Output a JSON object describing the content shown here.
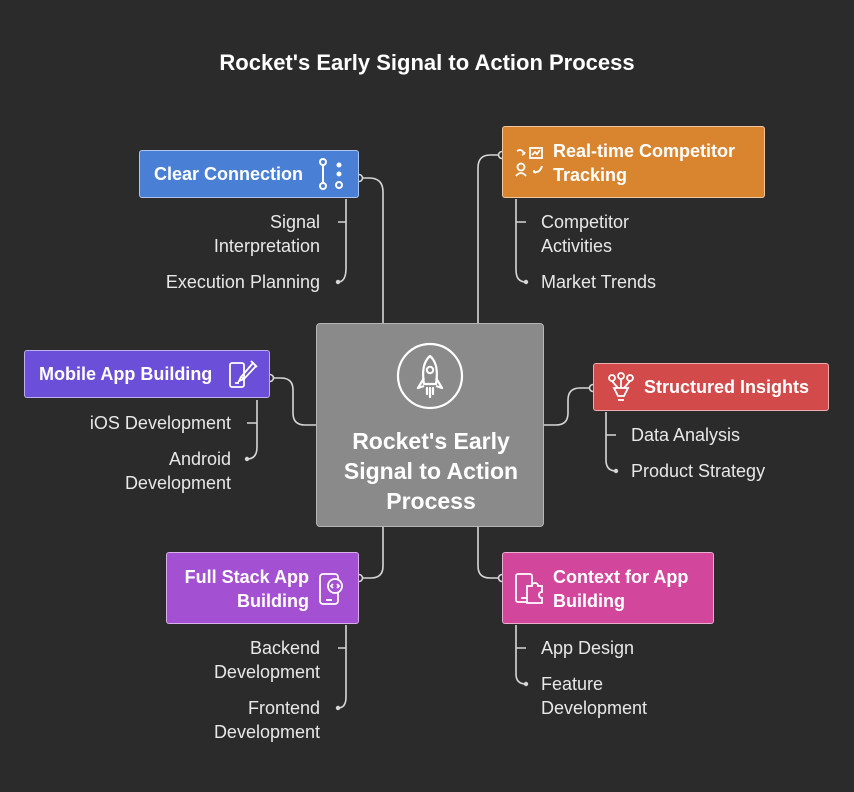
{
  "title": "Rocket's Early Signal to Action Process",
  "center": {
    "label": "Rocket's Early\nSignal to Action\nProcess",
    "icon": "rocket-icon",
    "color": "#8a8a8a"
  },
  "nodes": {
    "clear_connection": {
      "label": "Clear Connection",
      "color": "#4a7fd6",
      "icon": "connection-icon",
      "items": [
        "Signal\nInterpretation",
        "Execution Planning"
      ]
    },
    "realtime_tracking": {
      "label": "Real-time Competitor\nTracking",
      "color": "#d9842f",
      "icon": "tracking-icon",
      "items": [
        "Competitor\nActivities",
        "Market Trends"
      ]
    },
    "mobile_app": {
      "label": "Mobile App Building",
      "color": "#6c4fd8",
      "icon": "mobile-build-icon",
      "items": [
        "iOS Development",
        "Android\nDevelopment"
      ]
    },
    "structured_insights": {
      "label": "Structured Insights",
      "color": "#d34a4a",
      "icon": "insights-icon",
      "items": [
        "Data Analysis",
        "Product Strategy"
      ]
    },
    "full_stack": {
      "label": "Full Stack App\nBuilding",
      "color": "#a450d3",
      "icon": "phone-code-icon",
      "items": [
        "Backend\nDevelopment",
        "Frontend\nDevelopment"
      ]
    },
    "context_app": {
      "label": "Context for App\nBuilding",
      "color": "#d2479b",
      "icon": "app-puzzle-icon",
      "items": [
        "App Design",
        "Feature\nDevelopment"
      ]
    }
  }
}
